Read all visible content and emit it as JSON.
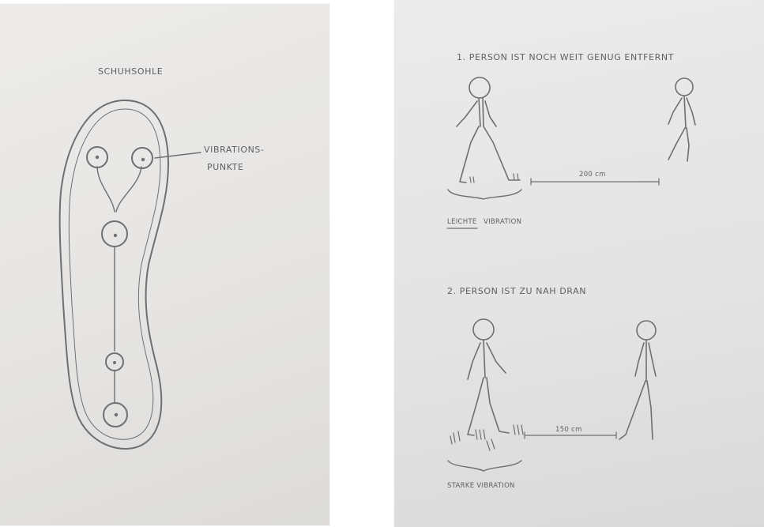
{
  "left_sheet": {
    "title": "SCHUHSOHLE",
    "label_line1": "VIBRATIONS-",
    "label_line2": "PUNKTE"
  },
  "right_sheet": {
    "scene1": {
      "caption": "1. PERSON IST NOCH WEIT GENUG ENTFERNT",
      "distance": "200 cm",
      "vibration_word": "LEICHTE",
      "vibration_label": "VIBRATION"
    },
    "scene2": {
      "caption": "2. PERSON IST ZU NAH DRAN",
      "distance": "150 cm",
      "vibration_label": "STARKE VIBRATION"
    }
  },
  "colors": {
    "pencil": "#6f6f6f",
    "paper": "#e6e5e3"
  }
}
